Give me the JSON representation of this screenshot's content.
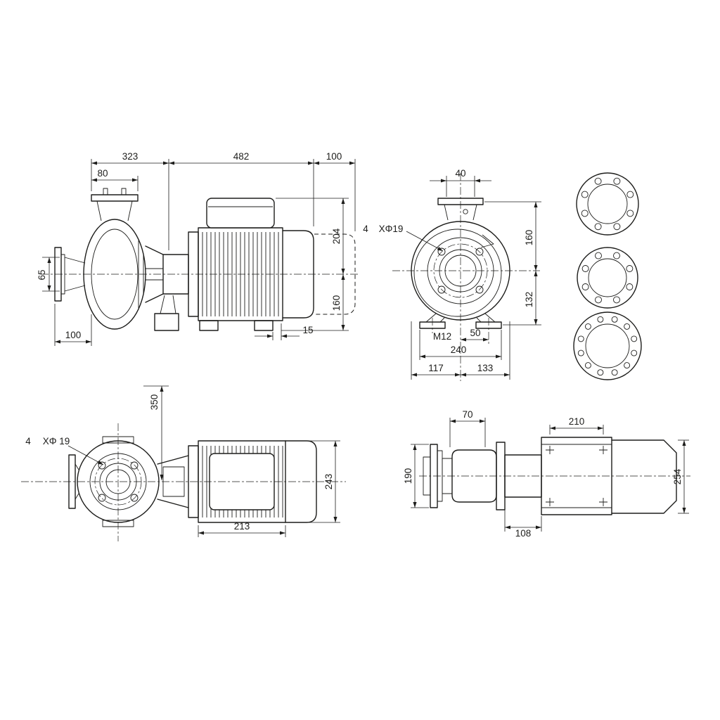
{
  "drawing": {
    "title": "Pump outline dimensional drawing",
    "line_color": "#1d1d1b",
    "background": "#ffffff"
  },
  "side_view": {
    "dim_323": "323",
    "dim_482": "482",
    "dim_100_top": "100",
    "dim_80": "80",
    "dim_65": "65",
    "dim_204": "204",
    "dim_160": "160",
    "dim_100_bottom": "100",
    "dim_15": "15"
  },
  "front_view": {
    "dim_40": "40",
    "bolt_count": "4",
    "bolt_spec": "XΦ19",
    "dim_160": "160",
    "dim_132": "132",
    "thread": "M12",
    "dim_50": "50",
    "dim_240": "240",
    "dim_117": "117",
    "dim_133": "133"
  },
  "plan_view": {
    "dim_350": "350",
    "bolt_count": "4",
    "bolt_spec": "XΦ 19",
    "dim_243": "243",
    "dim_213": "213"
  },
  "base_view": {
    "dim_70": "70",
    "dim_210": "210",
    "dim_190": "190",
    "dim_254": "254",
    "dim_108": "108"
  }
}
